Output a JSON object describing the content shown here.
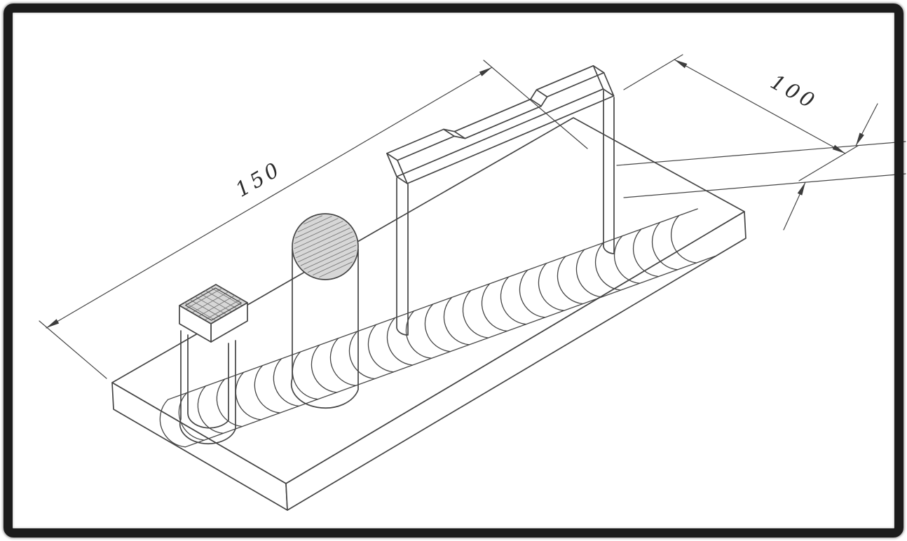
{
  "figure": {
    "kind": "isometric-engineering-drawing",
    "description": "Weld bead deposited along a rectangular base plate; three test specimens shown extracted from the deposit: a small rectangular block, a round bar section and a flat dog-bone tensile specimen.",
    "dimensions": {
      "length_label": "150",
      "width_label": "100"
    },
    "colors": {
      "line": "#454545",
      "hatch_fill": "#d7d7d7",
      "frame": "#1c1c1c",
      "background": "#ffffff"
    }
  }
}
